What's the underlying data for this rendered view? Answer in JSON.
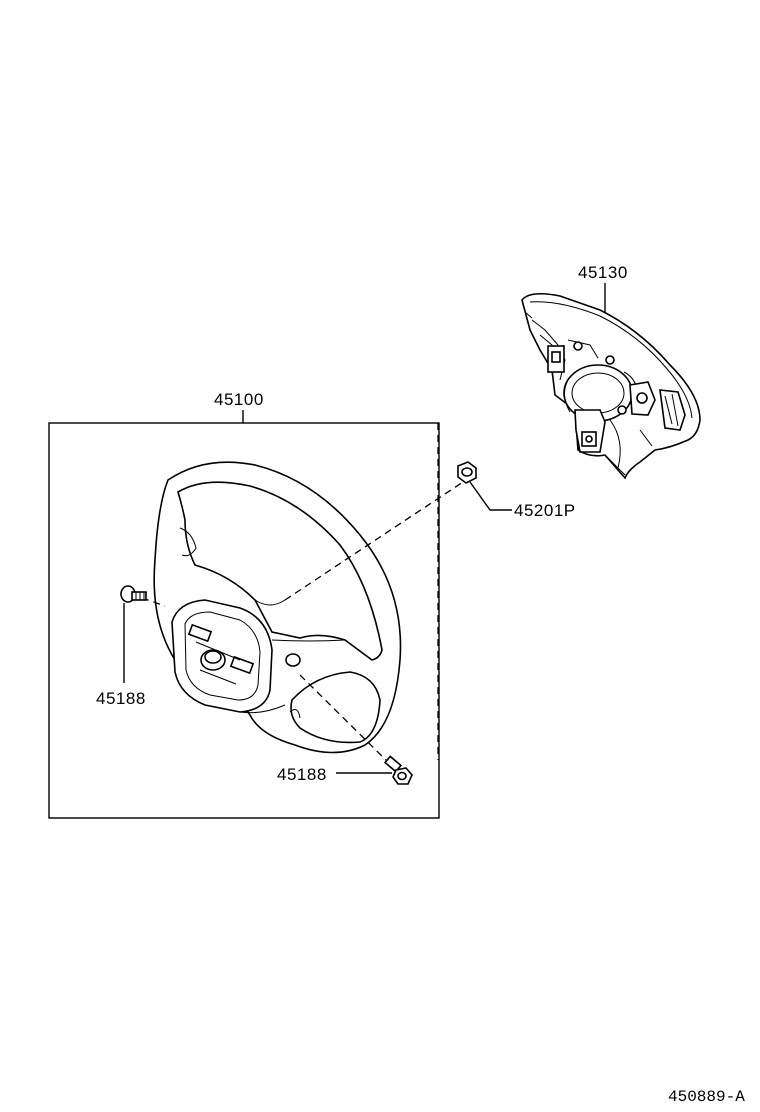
{
  "parts": {
    "pad": "45130",
    "wheel": "45100",
    "nut": "45201P",
    "screw_left": "45188",
    "screw_bottom": "45188"
  },
  "reference": "450889-A"
}
